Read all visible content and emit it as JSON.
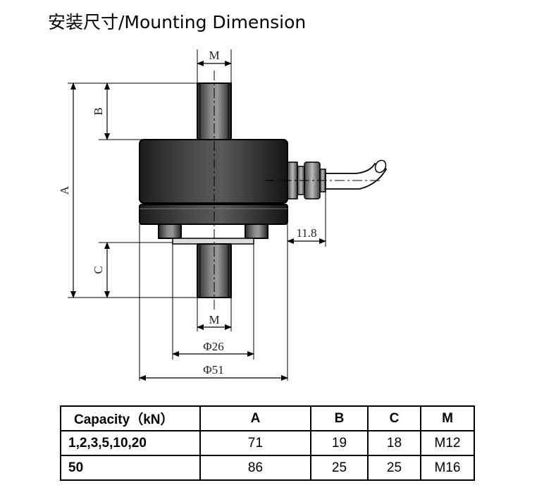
{
  "title": "安装尺寸/Mounting Dimension",
  "labels": {
    "m_top": "M",
    "b": "B",
    "a": "A",
    "c": "C",
    "offset": "11.8",
    "m_bottom": "M",
    "d26": "Φ26",
    "d51": "Φ51"
  },
  "table": {
    "headers": [
      "Capacity（kN）",
      "A",
      "B",
      "C",
      "M"
    ],
    "rows": [
      [
        "1,2,3,5,10,20",
        "71",
        "19",
        "18",
        "M12"
      ],
      [
        "50",
        "86",
        "25",
        "25",
        "M16"
      ]
    ]
  }
}
